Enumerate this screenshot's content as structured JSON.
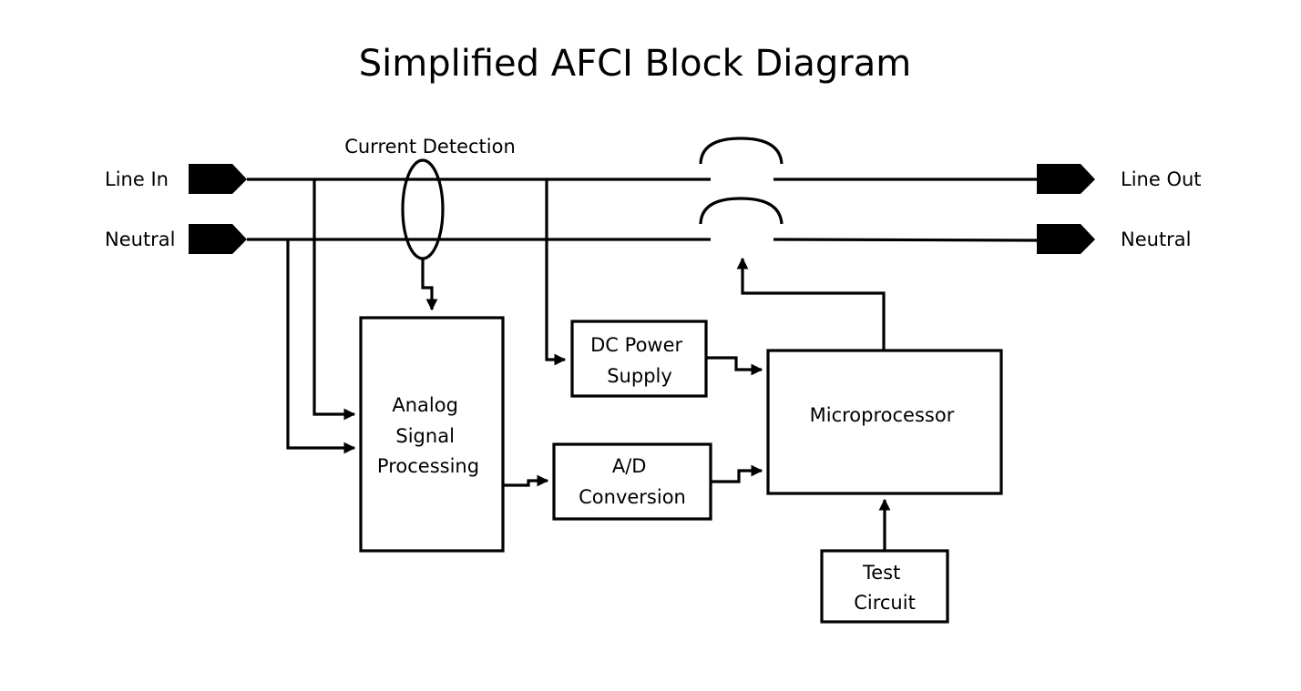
{
  "title": "Simplified AFCI Block Diagram",
  "terminals": {
    "line_in": "Line In",
    "neutral_in": "Neutral",
    "line_out": "Line Out",
    "neutral_out": "Neutral"
  },
  "current_detection_label": "Current Detection",
  "blocks": {
    "analog": [
      "Analog",
      "Signal",
      "Processing"
    ],
    "dc_power": [
      "DC Power",
      "Supply"
    ],
    "adc": [
      "A/D",
      "Conversion"
    ],
    "micro": [
      "Microprocessor"
    ],
    "test": [
      "Test",
      "Circuit"
    ]
  },
  "colors": {
    "ink": "#000000",
    "background": "#ffffff"
  }
}
